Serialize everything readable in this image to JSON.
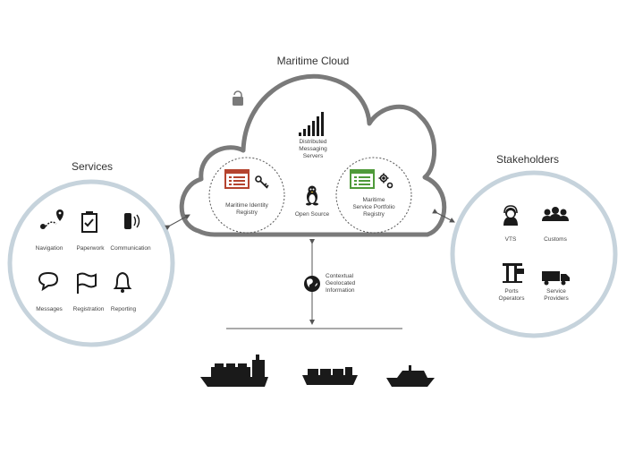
{
  "cloud": {
    "title": "Maritime Cloud",
    "messaging": [
      "Distributed",
      "Messaging",
      "Servers"
    ],
    "identity": [
      "Maritime Identity",
      "Registry"
    ],
    "open_source": "Open Source",
    "portfolio": [
      "Maritime",
      "Service Portfolio",
      "Registry"
    ]
  },
  "services": {
    "title": "Services",
    "items": [
      "Navigation",
      "Paperwork",
      "Communication",
      "Messages",
      "Registration",
      "Reporting"
    ]
  },
  "stakeholders": {
    "title": "Stakeholders",
    "items": [
      [
        "VTS"
      ],
      [
        "Customs"
      ],
      [
        "Ports",
        "Operators"
      ],
      [
        "Service",
        "Providers"
      ]
    ]
  },
  "contextual": [
    "Contextual",
    "Geolocated",
    "Information"
  ],
  "colors": {
    "cloud_stroke": "#7a7a7a",
    "circle_stroke": "#c6d3dc",
    "identity": "#b5432e",
    "portfolio": "#4f9a3a",
    "ink": "#1a1a1a"
  }
}
